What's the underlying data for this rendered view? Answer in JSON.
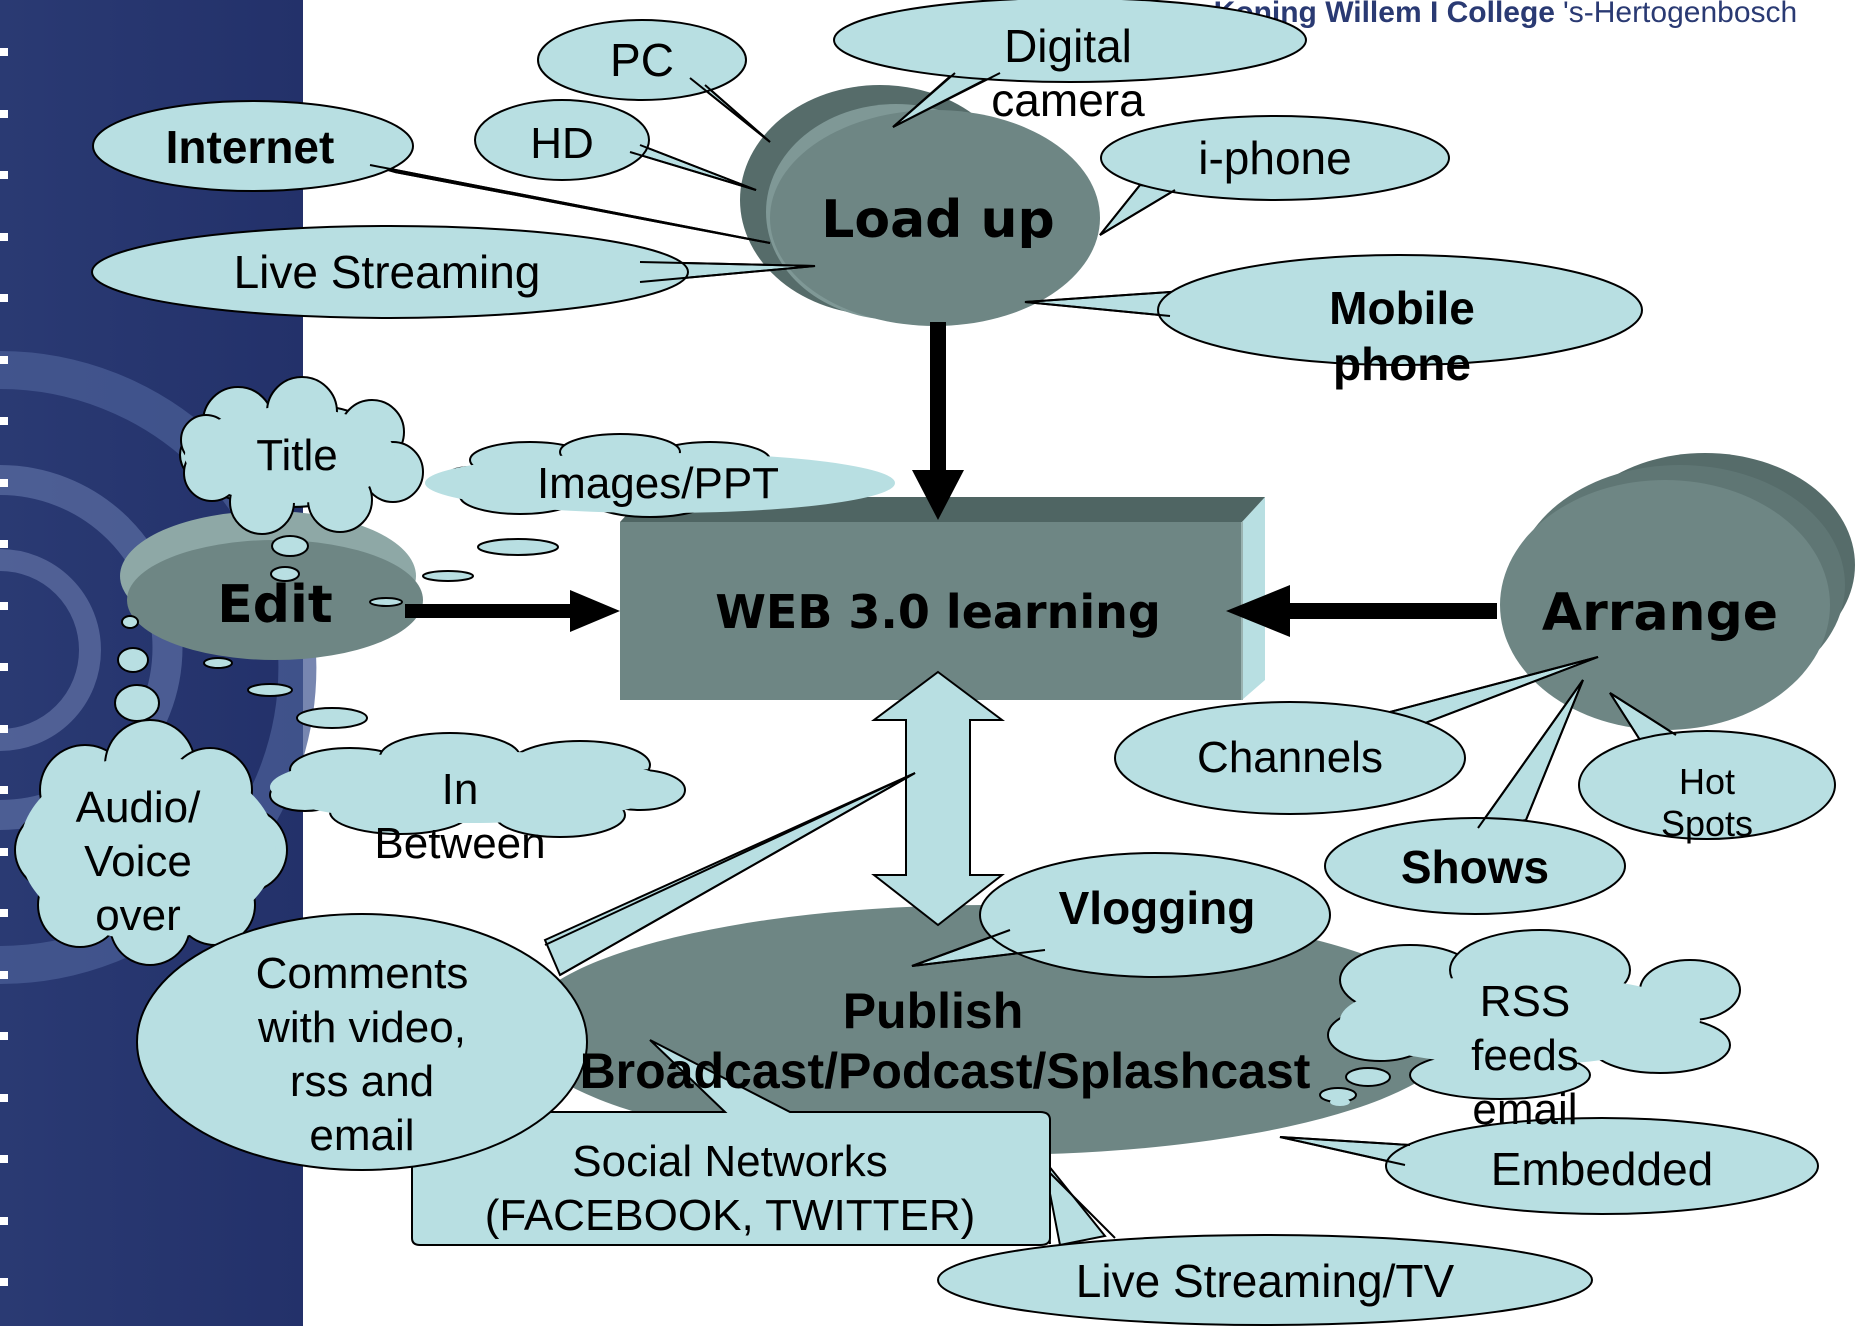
{
  "header": {
    "institution": "Koning Willem I College",
    "city": "'s-Hertogenbosch"
  },
  "colors": {
    "sidebar": "#26346a",
    "bubble": "#b8dfe2",
    "node": "#6e8684",
    "arrow": "#000000"
  },
  "center": {
    "label": "WEB 3.0 learning"
  },
  "nodes": {
    "load_up": "Load up",
    "edit": "Edit",
    "arrange": "Arrange",
    "publish": {
      "line1": "Publish",
      "line2": "Broadcast/Podcast/Splashcast"
    }
  },
  "load_up_items": {
    "pc": "PC",
    "digital_camera": [
      "Digital",
      "camera"
    ],
    "internet": "Internet",
    "hd": "HD",
    "i_phone": "i-phone",
    "live_streaming": "Live Streaming",
    "mobile_phone": [
      "Mobile",
      "phone"
    ]
  },
  "edit_items": {
    "title": "Title",
    "images_ppt": "Images/PPT",
    "audio_voice_over": [
      "Audio/",
      "Voice",
      "over"
    ],
    "in_between": [
      "In",
      "Between"
    ]
  },
  "arrange_items": {
    "channels": "Channels",
    "hot_spots": [
      "Hot",
      "Spots"
    ],
    "shows": "Shows"
  },
  "publish_items": {
    "vlogging": "Vlogging",
    "rss_feeds_email": [
      "RSS",
      "feeds",
      "email"
    ],
    "comments": [
      "Comments",
      "with video,",
      "rss and",
      "email"
    ],
    "social_networks": [
      "Social Networks",
      "(FACEBOOK, TWITTER)"
    ],
    "embedded": "Embedded",
    "live_streaming_tv": "Live Streaming/TV"
  }
}
